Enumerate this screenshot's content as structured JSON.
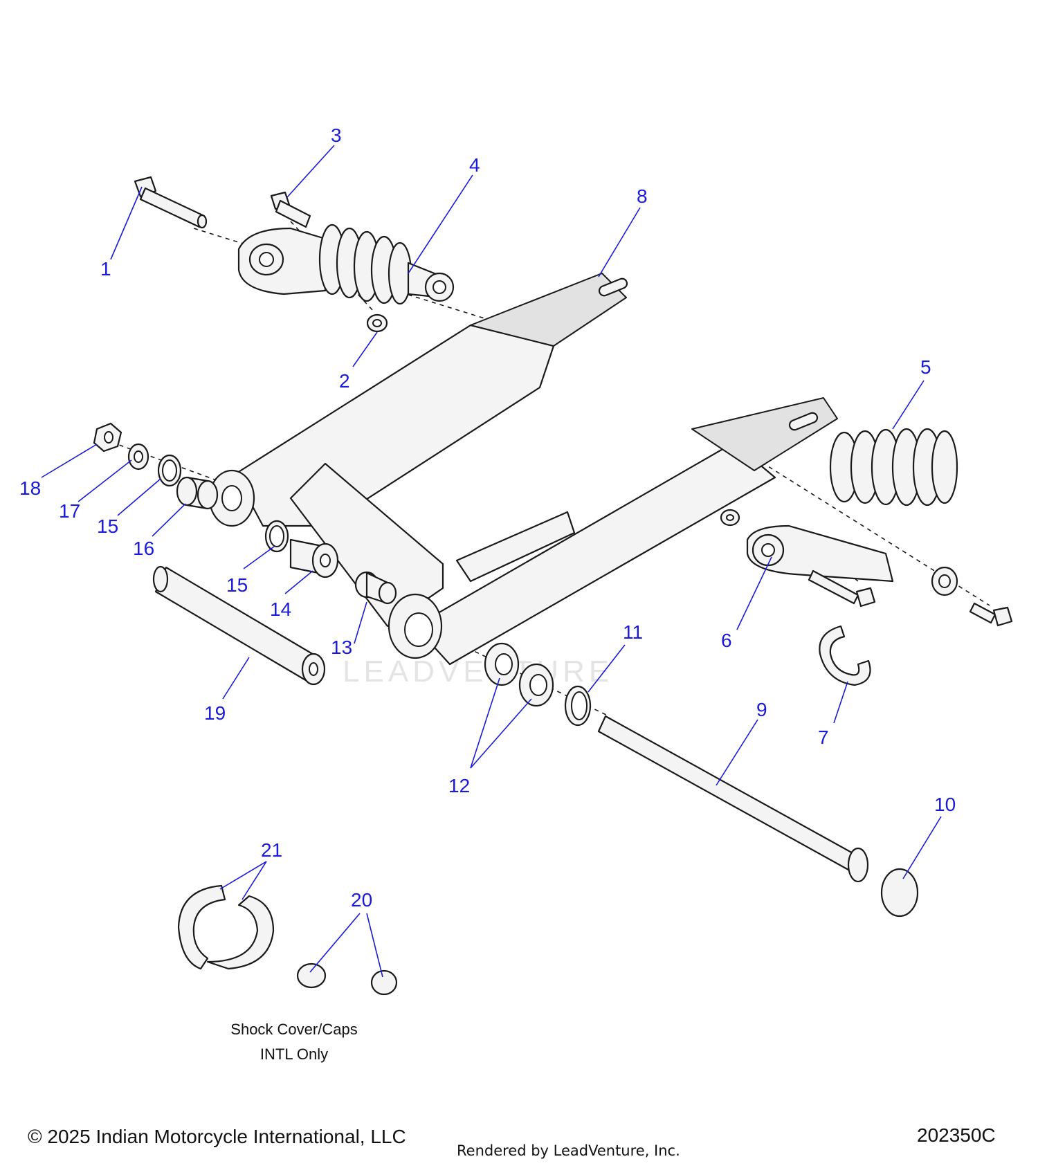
{
  "callouts": [
    "1",
    "2",
    "3",
    "4",
    "5",
    "6",
    "7",
    "8",
    "9",
    "10",
    "11",
    "12",
    "13",
    "14",
    "15",
    "15",
    "16",
    "17",
    "18",
    "19",
    "20",
    "21"
  ],
  "note": {
    "line1": "Shock Cover/Caps",
    "line2": "INTL Only"
  },
  "watermark": "LEADVENTURE",
  "footer": {
    "copyright": "© 2025 Indian Motorcycle International, LLC",
    "rendered_by": "Rendered by LeadVenture, Inc.",
    "diagram_id": "202350C"
  },
  "colors": {
    "callout": "#1a1adb",
    "line": "#1a1a1a"
  }
}
